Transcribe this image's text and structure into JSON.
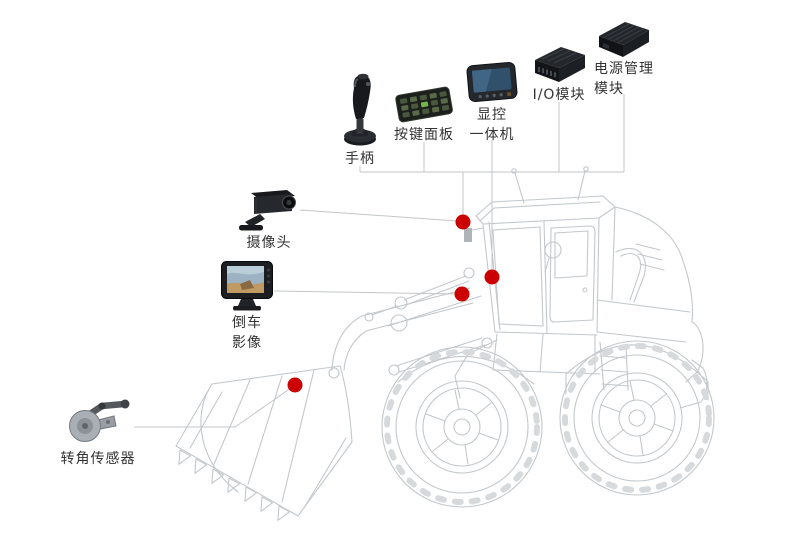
{
  "diagram": {
    "components": {
      "joystick": {
        "label": "手柄"
      },
      "keypad": {
        "label": "按键面板"
      },
      "display_unit": {
        "label_line1": "显控",
        "label_line2": "一体机"
      },
      "io_module": {
        "label": "I/O模块"
      },
      "power_module": {
        "label_line1": "电源管理",
        "label_line2": "模块"
      },
      "camera": {
        "label": "摄像头"
      },
      "reverse_monitor": {
        "label_line1": "倒车",
        "label_line2": "影像"
      },
      "angle_sensor": {
        "label": "转角传感器"
      }
    },
    "colors": {
      "mount_marker": "#cc0000",
      "connector_line": "#c2c6c9",
      "vehicle_outline": "#c3c8cc",
      "label_text": "#333333",
      "background": "#ffffff"
    }
  }
}
